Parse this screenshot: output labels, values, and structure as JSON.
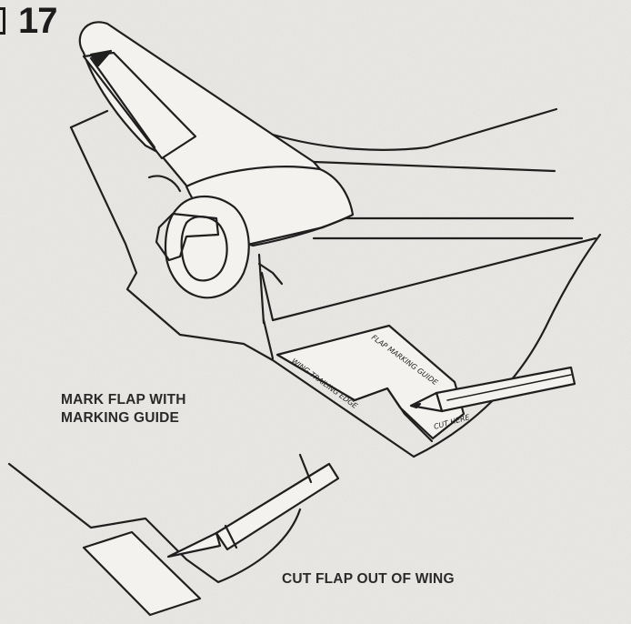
{
  "step": {
    "number": "17"
  },
  "captions": {
    "mark_flap": [
      "MARK FLAP WITH",
      "MARKING GUIDE"
    ],
    "cut_flap": "CUT FLAP OUT OF WING"
  },
  "guide_marks": {
    "top": "FLAP MARKING GUIDE",
    "left": "WING TRAILING EDGE",
    "right": "CUT HERE"
  },
  "colors": {
    "ink": "#1f1f1f",
    "paper": "#eceae7"
  }
}
